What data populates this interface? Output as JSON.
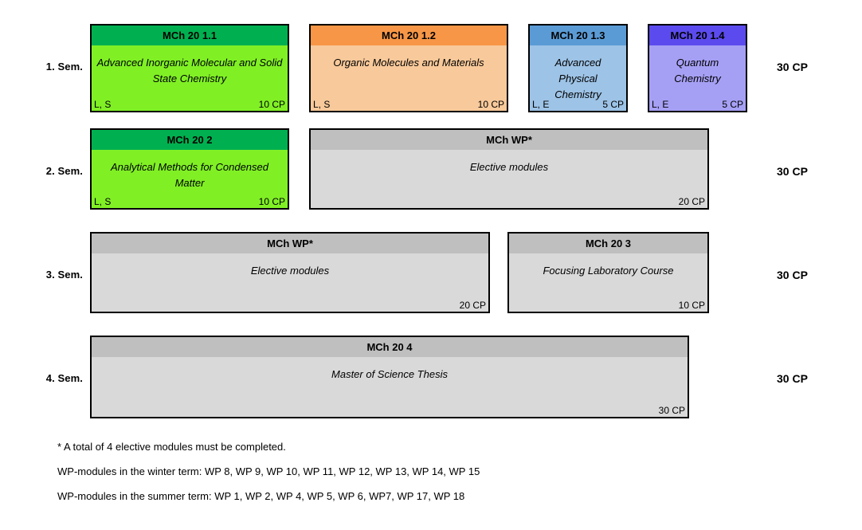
{
  "diagram": {
    "title": "Master Chemistry curriculum structure",
    "colors": {
      "green_header": "#00B050",
      "green_body": "#80F025",
      "orange_header": "#F79646",
      "orange_body": "#F8C99A",
      "blue_header": "#5B9BD5",
      "blue_body": "#9DC3E6",
      "purple_header": "#5B4BEE",
      "purple_body": "#A6A0F5",
      "grey_header": "#BFBFBF",
      "grey_body": "#D9D9D9",
      "border": "#000000"
    }
  },
  "rows": [
    {
      "semester_label": "1. Sem.",
      "total_cp": "30 CP",
      "modules": [
        {
          "code": "MCh 20 1.1",
          "title": "Advanced Inorganic Molecular and Solid State Chemistry",
          "teaching": "L, S",
          "cp": "10 CP"
        },
        {
          "code": "MCh 20 1.2",
          "title": "Organic Molecules and Materials",
          "teaching": "L, S",
          "cp": "10 CP"
        },
        {
          "code": "MCh 20 1.3",
          "title": "Advanced Physical Chemistry",
          "teaching": "L, E",
          "cp": "5 CP"
        },
        {
          "code": "MCh 20 1.4",
          "title": "Quantum Chemistry",
          "teaching": "L, E",
          "cp": "5 CP"
        }
      ]
    },
    {
      "semester_label": "2. Sem.",
      "total_cp": "30 CP",
      "modules": [
        {
          "code": "MCh 20 2",
          "title": "Analytical Methods for Condensed Matter",
          "teaching": "L, S",
          "cp": "10 CP"
        },
        {
          "code": "MCh WP*",
          "title": "Elective modules",
          "teaching": "",
          "cp": "20 CP"
        }
      ]
    },
    {
      "semester_label": "3. Sem.",
      "total_cp": "30 CP",
      "modules": [
        {
          "code": "MCh WP*",
          "title": "Elective modules",
          "teaching": "",
          "cp": "20 CP"
        },
        {
          "code": "MCh 20 3",
          "title": "Focusing Laboratory Course",
          "teaching": "",
          "cp": "10 CP"
        }
      ]
    },
    {
      "semester_label": "4. Sem.",
      "total_cp": "30 CP",
      "modules": [
        {
          "code": "MCh 20 4",
          "title": "Master of Science Thesis",
          "teaching": "",
          "cp": "30 CP"
        }
      ]
    }
  ],
  "footnotes": [
    "* A total of 4 elective modules must be completed.",
    "WP-modules in the winter term: WP 8, WP 9, WP 10, WP 11, WP 12, WP 13, WP 14, WP 15",
    "WP-modules in the summer term: WP 1, WP 2, WP 4, WP 5, WP 6, WP7, WP 17, WP 18"
  ]
}
